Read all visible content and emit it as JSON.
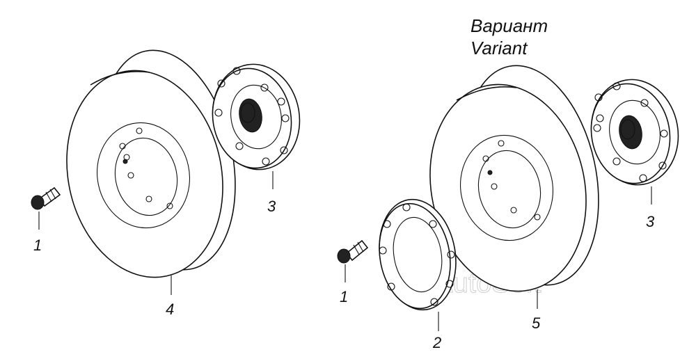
{
  "header": {
    "variant_ru": "Вариант",
    "variant_en": "Variant"
  },
  "callouts": {
    "left_bolt": "1",
    "left_flange": "3",
    "left_damper": "4",
    "right_bolt": "1",
    "right_washer": "2",
    "right_flange": "3",
    "right_damper": "5"
  },
  "watermark": "AutoSoft",
  "colors": {
    "line": "#111111",
    "background": "#ffffff",
    "watermark": "#cfcfcf"
  },
  "icons": [
    "bolt-icon",
    "flange-icon",
    "damper-icon",
    "washer-icon"
  ]
}
